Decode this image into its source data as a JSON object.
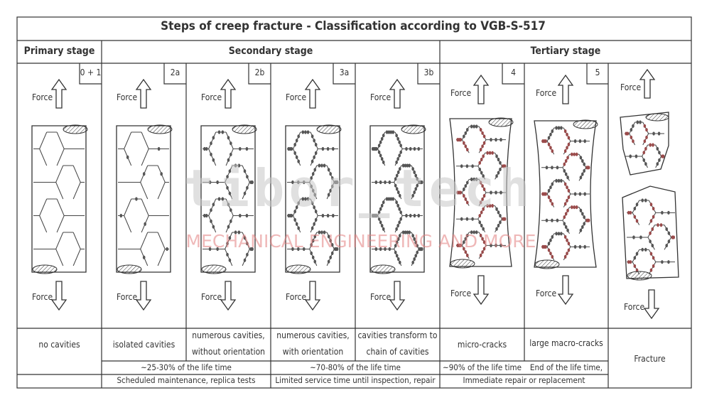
{
  "title": "Steps of creep fracture - Classification according to VGB-S-517",
  "stages": {
    "primary": "Primary stage",
    "secondary": "Secondary stage",
    "tertiary": "Tertiary stage"
  },
  "force_label": "Force",
  "columns": [
    {
      "label": "0 + 1",
      "description": "no cavities"
    },
    {
      "label": "2a",
      "description": "isolated cavities"
    },
    {
      "label": "2b",
      "description_lines": [
        "numerous cavities,",
        "without orientation"
      ]
    },
    {
      "label": "3a",
      "description_lines": [
        "numerous cavities,",
        "with orientation"
      ]
    },
    {
      "label": "3b",
      "description_lines": [
        "cavities transform to",
        "chain of cavities"
      ]
    },
    {
      "label": "4",
      "description": "micro-cracks"
    },
    {
      "label": "5",
      "description": "large macro-cracks"
    },
    {
      "label": "",
      "description": "Fracture"
    }
  ],
  "life_time": {
    "secondary": "~25-30% of the life time",
    "tertiary_a": "~70-80% of the life time",
    "c4": "~90% of the life time",
    "c5": "End of the life time,"
  },
  "actions": {
    "secondary": "Scheduled maintenance, replica tests",
    "tertiary_a": "Limited service time until inspection, repair",
    "tertiary_b": "Immediate repair or replacement"
  },
  "watermark": {
    "logo": "tibor_tech",
    "tagline": "MECHANICAL ENGINEERING AND MORE"
  },
  "colors": {
    "line": "#333333",
    "cavity": "#5a5a5a",
    "crack": "#b04444",
    "watermark_red": "#e27f7f"
  }
}
